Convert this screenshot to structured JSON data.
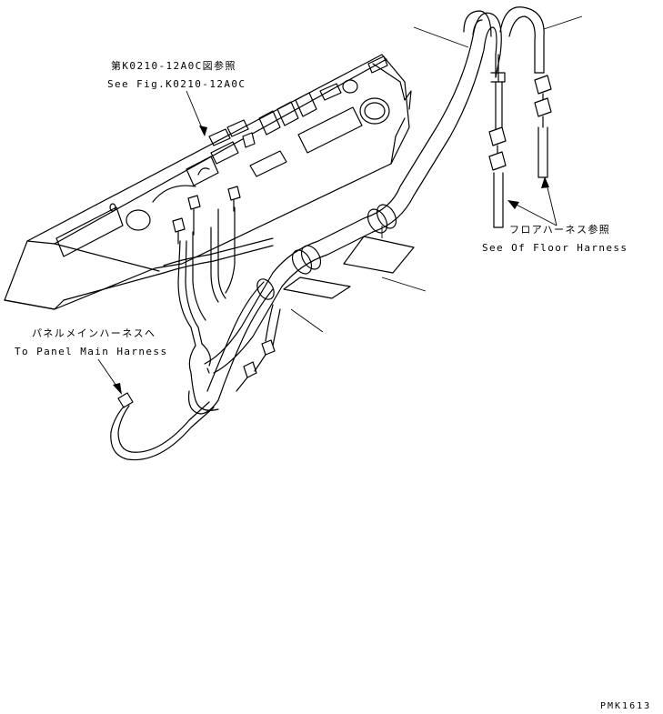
{
  "labels": {
    "fig_ref_jp": "第K0210-12A0C図参照",
    "fig_ref_en": "See Fig.K0210-12A0C",
    "floor_jp": "フロアハーネス参照",
    "floor_en": "See Of Floor Harness",
    "panel_jp": "パネルメインハーネスへ",
    "panel_en": "To Panel Main Harness",
    "drawing_code": "PMK1613"
  },
  "colors": {
    "line": "#000000",
    "background": "#ffffff"
  }
}
